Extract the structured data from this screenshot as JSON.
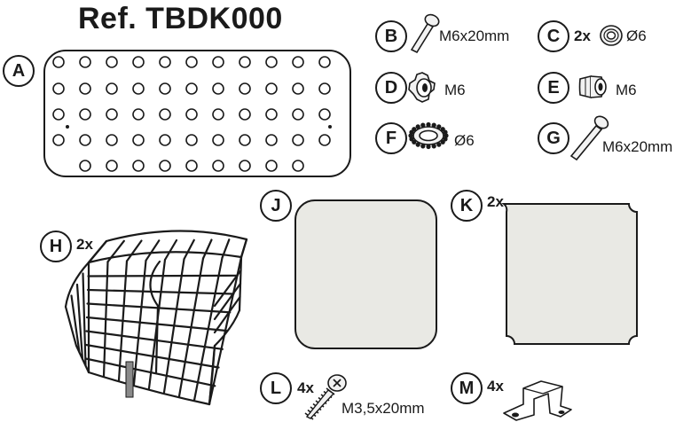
{
  "title": "Ref. TBDK000",
  "parts": {
    "A": {
      "letter": "A"
    },
    "B": {
      "letter": "B",
      "size": "M6x20mm"
    },
    "C": {
      "letter": "C",
      "qty": "2x",
      "size": "Ø6"
    },
    "D": {
      "letter": "D",
      "size": "M6"
    },
    "E": {
      "letter": "E",
      "size": "M6"
    },
    "F": {
      "letter": "F",
      "size": "Ø6"
    },
    "G": {
      "letter": "G",
      "size": "M6x20mm"
    },
    "H": {
      "letter": "H",
      "qty": "2x"
    },
    "J": {
      "letter": "J"
    },
    "K": {
      "letter": "K",
      "qty": "2x"
    },
    "L": {
      "letter": "L",
      "qty": "4x",
      "size": "M3,5x20mm"
    },
    "M": {
      "letter": "M",
      "qty": "4x"
    }
  },
  "colors": {
    "line": "#1a1a1a",
    "panel_fill": "#e9e9e4",
    "bolt_fill": "#f2f2f2"
  },
  "icons": {
    "B": "carriage-bolt-icon",
    "C": "flat-washer-icon",
    "D": "knob-nut-icon",
    "E": "cap-nut-icon",
    "F": "serrated-washer-icon",
    "G": "button-head-bolt-icon",
    "H": "wire-grid-cage-icon",
    "J": "rounded-panel-icon",
    "K": "notched-panel-icon",
    "L": "phillips-screw-icon",
    "M": "omega-bracket-icon"
  }
}
